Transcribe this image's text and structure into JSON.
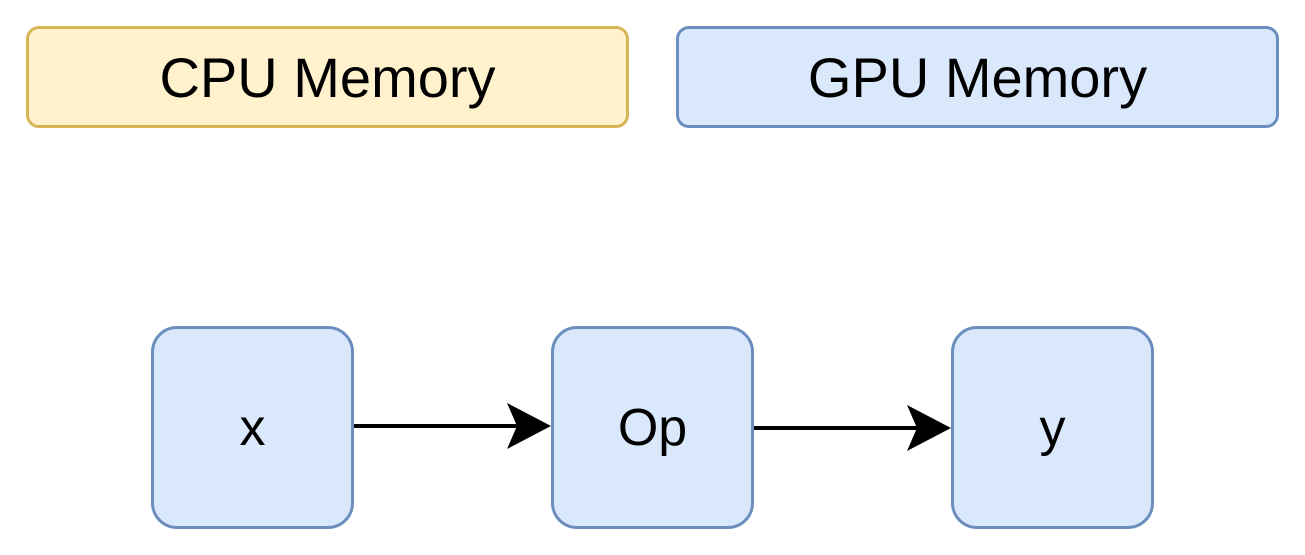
{
  "legend": {
    "cpu_memory": "CPU Memory",
    "gpu_memory": "GPU Memory"
  },
  "nodes": {
    "x": "x",
    "op": "Op",
    "y": "y"
  },
  "colors": {
    "cpu_fill": "#fff2cc",
    "cpu_border": "#d6b656",
    "gpu_fill": "#dae8fc",
    "gpu_border": "#6c8ebf",
    "edge": "#000000"
  },
  "edges": [
    {
      "from": "x",
      "to": "Op"
    },
    {
      "from": "Op",
      "to": "y"
    }
  ]
}
